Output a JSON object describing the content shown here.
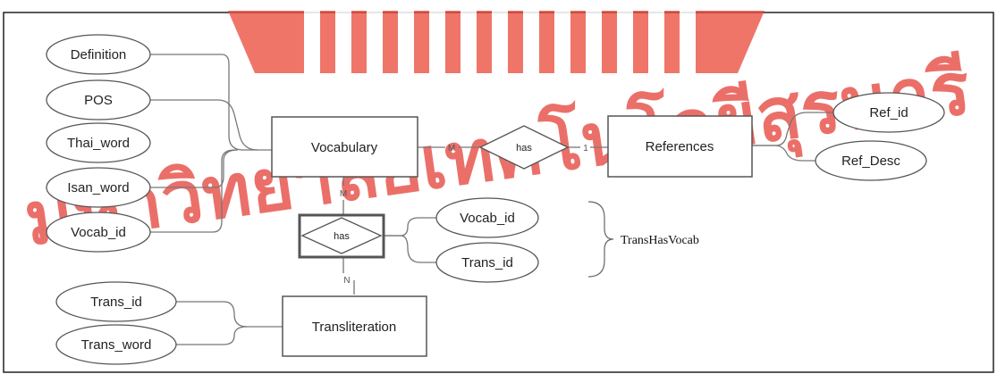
{
  "watermark": {
    "text": "มหาวิทยาลัยเทคโนโลยีสุรนารี",
    "color": "#e8574f"
  },
  "entities": {
    "vocabulary": "Vocabulary",
    "references": "References",
    "transliteration": "Transliteration"
  },
  "relationships": {
    "vocab_references": "has",
    "trans_has_vocab": "has"
  },
  "cardinalities": {
    "vocab_side_m": "M",
    "references_side_1": "1",
    "vocab_side_m2": "M",
    "transliteration_side_n": "N"
  },
  "attributes": {
    "definition": "Definition",
    "pos": "POS",
    "thai_word": "Thai_word",
    "isan_word": "Isan_word",
    "vocab_id": "Vocab_id",
    "ref_id": "Ref_id",
    "ref_desc": "Ref_Desc",
    "rel_vocab_id": "Vocab_id",
    "rel_trans_id": "Trans_id",
    "trans_id": "Trans_id",
    "trans_word": "Trans_word"
  },
  "annotation": {
    "brace_label": "TransHasVocab"
  }
}
